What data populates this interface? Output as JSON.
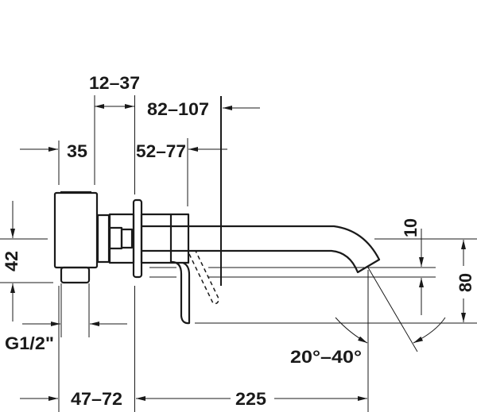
{
  "dimensions": {
    "d12_37": "12–37",
    "d82_107": "82–107",
    "d35": "35",
    "d52_77": "52–77",
    "d42": "42",
    "g12": "G1/2\"",
    "d47_72": "47–72",
    "d225": "225",
    "d10": "10",
    "d80": "80",
    "angle": "20°–40°"
  },
  "colors": {
    "line": "#1a1a1a",
    "background": "#ffffff"
  }
}
